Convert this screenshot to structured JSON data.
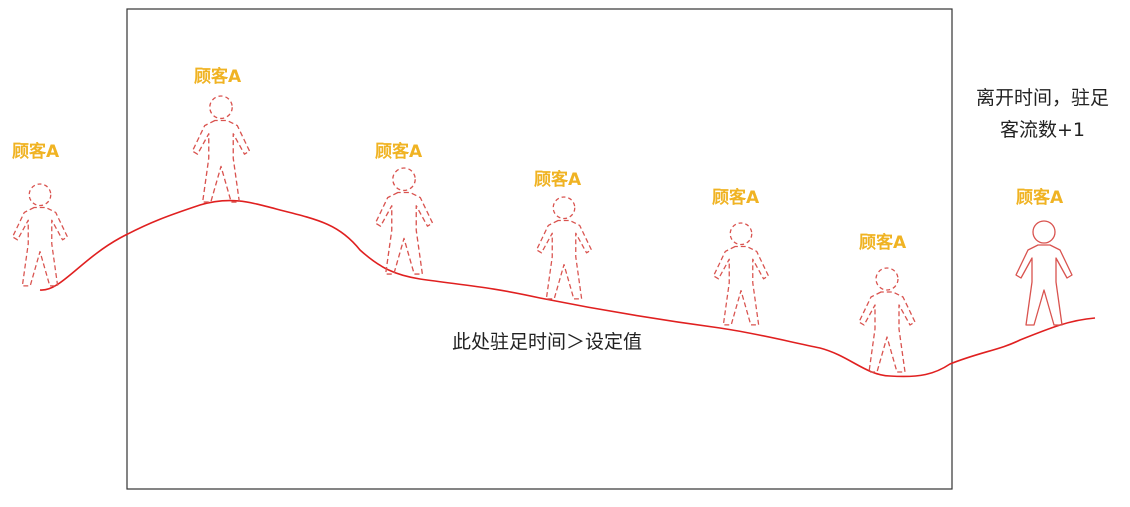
{
  "diagram": {
    "customer_labels": [
      "顾客A",
      "顾客A",
      "顾客A",
      "顾客A",
      "顾客A",
      "顾客A",
      "顾客A"
    ],
    "zone_label": "此处驻足时间＞设定值",
    "exit_label_line1": "离开时间，驻足",
    "exit_label_line2": "客流数+1",
    "colors": {
      "label": "#f0b323",
      "path": "#e02020",
      "figure_dashed": "#d9534f",
      "figure_solid": "#d9534f",
      "zone_border": "#333333",
      "text": "#222222"
    },
    "icons": {
      "figure_inside": "person-dashed-icon",
      "figure_exit": "person-solid-icon"
    }
  }
}
